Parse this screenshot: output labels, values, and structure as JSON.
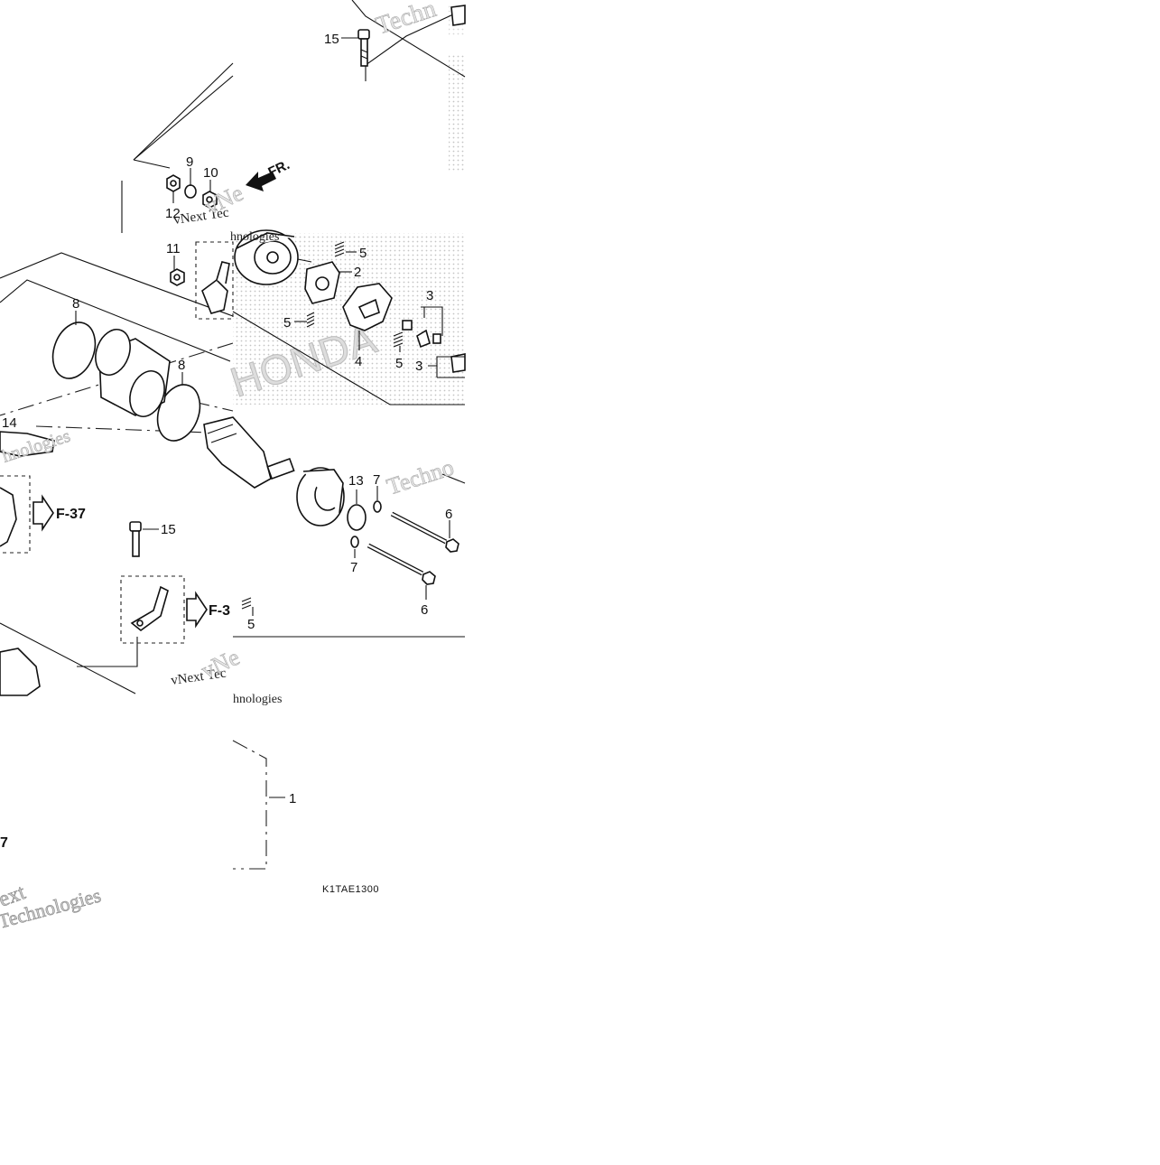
{
  "diagram": {
    "labels": {
      "l15a": "15",
      "l9": "9",
      "l10": "10",
      "l12": "12",
      "l11": "11",
      "l5a": "5",
      "l2": "2",
      "l3a": "3",
      "l5b": "5",
      "l4": "4",
      "l5c": "5",
      "l3b": "3",
      "l8a": "8",
      "l8b": "8",
      "l14": "14",
      "l13": "13",
      "l7a": "7",
      "l6a": "6",
      "l7b": "7",
      "l6b": "6",
      "l15b": "15",
      "l5d": "5",
      "l1": "1"
    },
    "direction_label": "FR.",
    "references": {
      "f37a": "F-37",
      "f3x": "F-3",
      "f37b": "7"
    },
    "drawing_code": "K1TAE1300",
    "watermarks": {
      "vnext1": "vNext Tec",
      "tech1": "hnologies",
      "vnext2": "vNext Tec",
      "tech2": "hnologies",
      "vnext3": "ext",
      "tech3": "Technologies",
      "techTop": "Techn",
      "techMid": "Techno",
      "nologies": "hnologies",
      "vnl1": "vNe",
      "vnl2": "vNe"
    }
  }
}
